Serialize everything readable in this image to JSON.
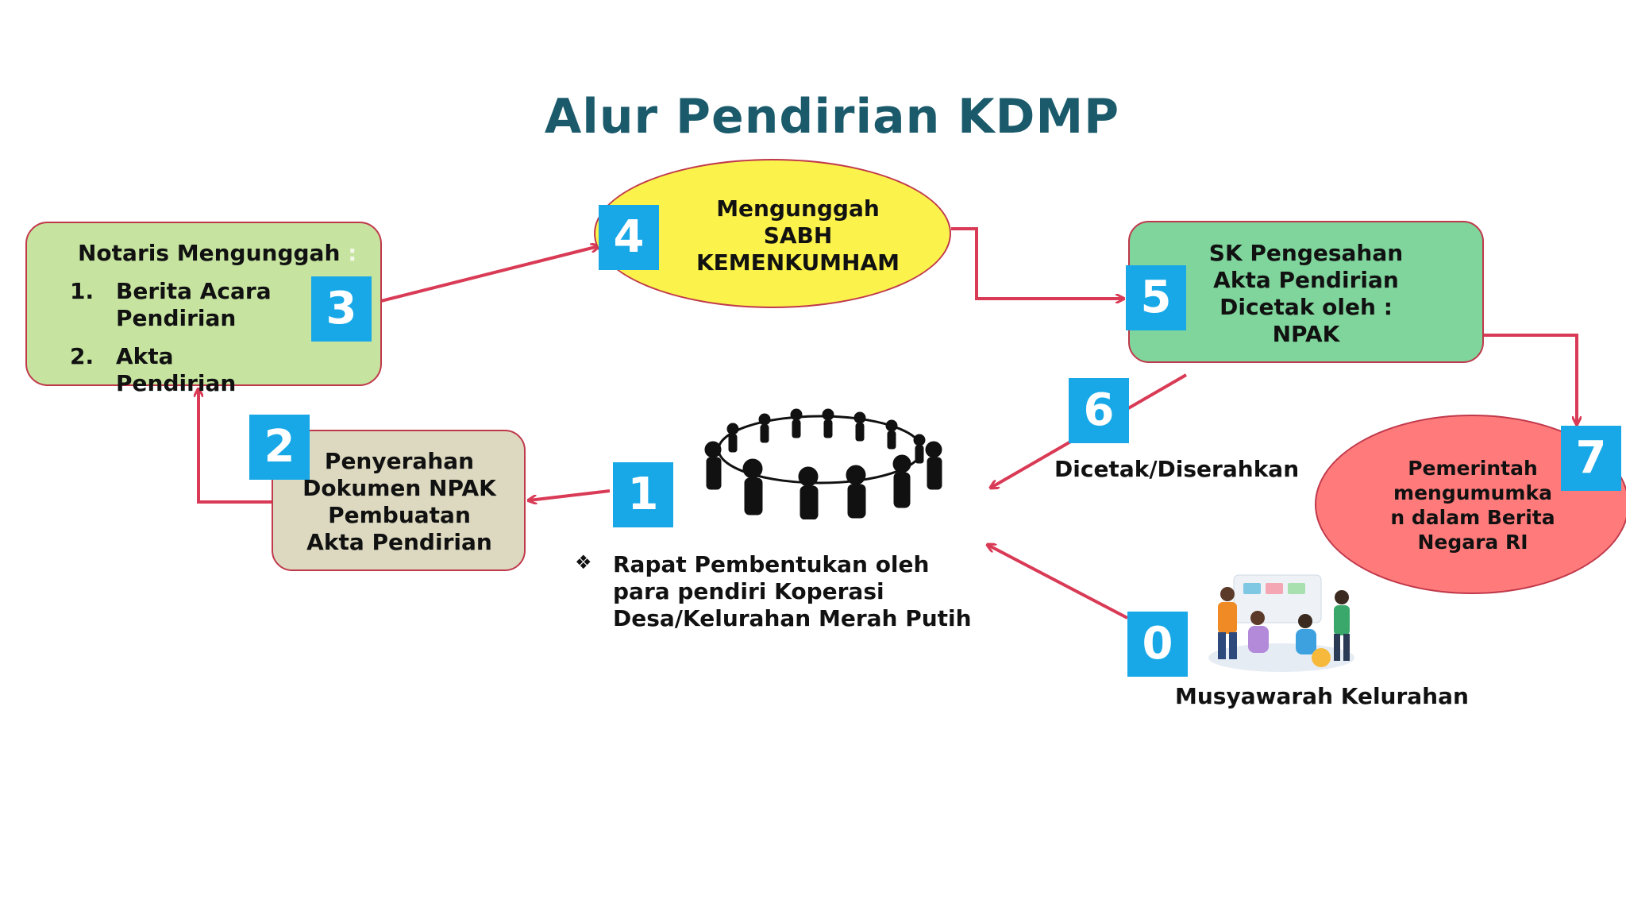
{
  "title": "Alur Pendirian KDMP",
  "colors": {
    "title": "#1b5a6b",
    "arrow": "#d93a55",
    "badge": "#18a8e8",
    "box3": "#c6e4a0",
    "box2": "#dcd9c0",
    "box5": "#7fd59c",
    "ellipse4": "#fbf24c",
    "ellipse7": "#ff7b7b"
  },
  "steps": {
    "s0": {
      "badge": "0",
      "caption": "Musyawarah Kelurahan"
    },
    "s1": {
      "badge": "1",
      "bullet": "❖",
      "lines": [
        "Rapat Pembentukan oleh",
        "para pendiri Koperasi",
        "Desa/Kelurahan Merah Putih"
      ]
    },
    "s2": {
      "badge": "2",
      "lines": [
        "Penyerahan",
        "Dokumen NPAK",
        "Pembuatan",
        "Akta Pendirian"
      ]
    },
    "s3": {
      "badge": "3",
      "heading": "Notaris Mengunggah",
      "heading_colon": ":",
      "items": [
        {
          "num": "1.",
          "lines": [
            "Berita Acara",
            "Pendirian"
          ]
        },
        {
          "num": "2.",
          "lines": [
            "Akta",
            "Pendirian"
          ]
        }
      ]
    },
    "s4": {
      "badge": "4",
      "lines": [
        "Mengunggah",
        "SABH",
        "KEMENKUMHAM"
      ]
    },
    "s5": {
      "badge": "5",
      "lines": [
        "SK Pengesahan",
        "Akta Pendirian",
        "Dicetak oleh :",
        "NPAK"
      ]
    },
    "s6": {
      "badge": "6",
      "caption": "Dicetak/Diserahkan"
    },
    "s7": {
      "badge": "7",
      "lines": [
        "Pemerintah",
        "mengumumka",
        "n dalam Berita",
        "Negara RI"
      ]
    }
  },
  "icons": {
    "people_circle": "people-circle-icon",
    "meeting": "meeting-illustration-icon"
  }
}
